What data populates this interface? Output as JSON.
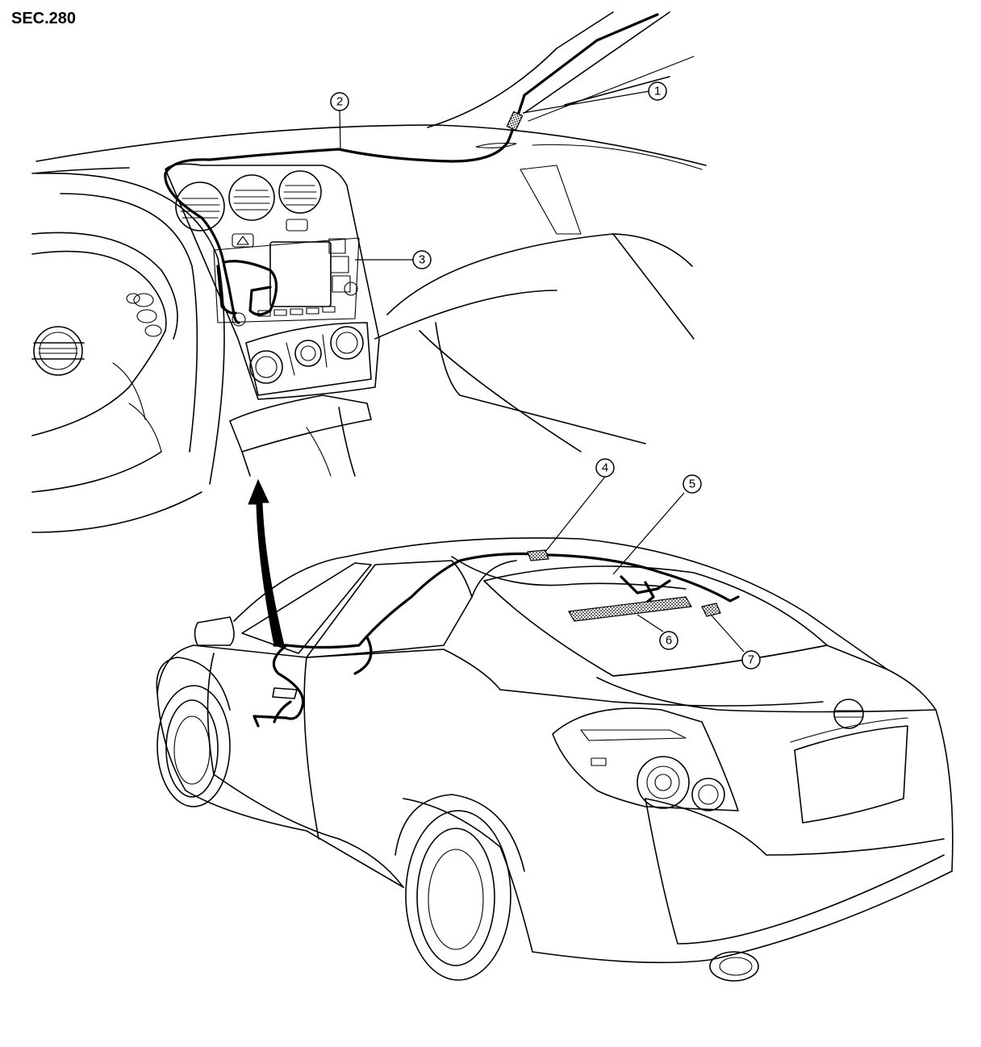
{
  "section_label": "SEC.280",
  "callouts": [
    "1",
    "2",
    "3",
    "4",
    "5",
    "6",
    "7"
  ]
}
